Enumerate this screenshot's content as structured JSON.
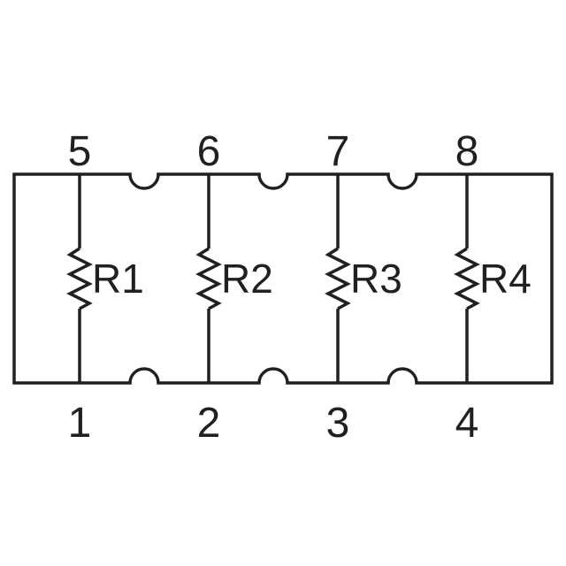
{
  "diagram": {
    "type": "resistor-array-schematic",
    "background": "#ffffff",
    "line_color": "#231f20",
    "top_pins": [
      "5",
      "6",
      "7",
      "8"
    ],
    "bottom_pins": [
      "1",
      "2",
      "3",
      "4"
    ],
    "resistors": [
      "R1",
      "R2",
      "R3",
      "R4"
    ]
  }
}
